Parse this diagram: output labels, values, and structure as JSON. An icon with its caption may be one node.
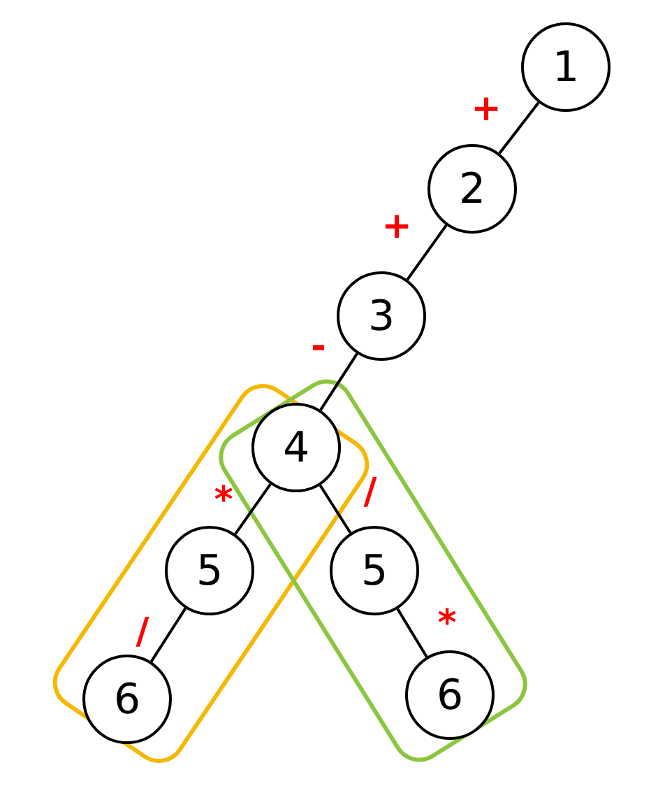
{
  "diagram": {
    "nodes": [
      {
        "text": [
          "1"
        ]
      },
      {
        "text": [
          "2"
        ]
      },
      {
        "text": [
          "3"
        ]
      },
      {
        "text": [
          "4"
        ]
      },
      {
        "text": [
          "5"
        ]
      },
      {
        "text": [
          "5"
        ]
      },
      {
        "text": [
          "6"
        ]
      },
      {
        "text": [
          "6"
        ]
      }
    ],
    "edges": [
      {
        "from": 0,
        "to": 1,
        "arrow": "none",
        "label": "+"
      },
      {
        "from": 1,
        "to": 2,
        "arrow": "none",
        "label": "+"
      },
      {
        "from": 2,
        "to": 3,
        "arrow": "none",
        "label": "-"
      },
      {
        "from": 3,
        "to": 4,
        "arrow": "none",
        "label": "*"
      },
      {
        "from": 4,
        "to": 6,
        "arrow": "none",
        "label": "/"
      },
      {
        "from": 3,
        "to": 5,
        "arrow": "none",
        "label": "/"
      },
      {
        "from": 5,
        "to": 7,
        "arrow": "none",
        "label": "*"
      }
    ]
  }
}
